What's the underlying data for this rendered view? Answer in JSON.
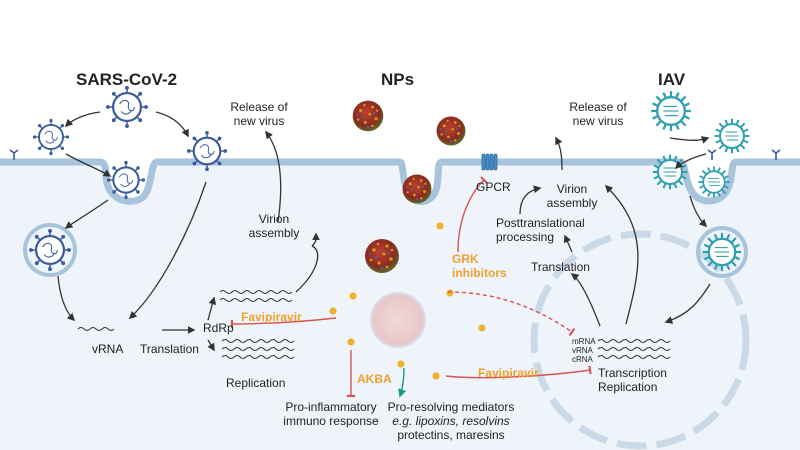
{
  "headers": {
    "sars": "SARS-CoV-2",
    "nps": "NPs",
    "iav": "IAV"
  },
  "labels": {
    "release_left_1": "Release of",
    "release_left_2": "new virus",
    "virion_left_1": "Virion",
    "virion_left_2": "assembly",
    "vrna": "vRNA",
    "translation_left": "Translation",
    "rdrp": "RdRp",
    "replication_left": "Replication",
    "pro_inflam_1": "Pro-inflammatory",
    "pro_inflam_2": "immuno response",
    "pro_resolving_1": "Pro-resolving mediators",
    "pro_resolving_2": "e.g. lipoxins, resolvins",
    "pro_resolving_3": "protectins, maresins",
    "gpcr": "GPCR",
    "release_right_1": "Release of",
    "release_right_2": "new virus",
    "virion_right_1": "Virion",
    "virion_right_2": "assembly",
    "posttrans_1": "Posttranslational",
    "posttrans_2": "processing",
    "translation_right": "Translation",
    "mrna": "mRNA",
    "vrna_small": "vRNA",
    "crna": "cRNA",
    "transcription": "Transcription",
    "replication_right": "Replication"
  },
  "drugs": {
    "favipiravir_left": "Favipiravir",
    "favipiravir_right": "Favipiravir",
    "grk_1": "GRK",
    "grk_2": "inhibitors",
    "akba": "AKBA"
  },
  "colors": {
    "membrane": "#a8c4dd",
    "cytoplasm": "#eef4fa",
    "sars_virus": "#3a5a9a",
    "iav_virus": "#2f9fb0",
    "np_red": "#b03a2e",
    "drug": "#f0a030",
    "inhibit": "#d9534f",
    "nucleus": "#c9d9e7",
    "teal_arrow": "#1a9a8a"
  }
}
